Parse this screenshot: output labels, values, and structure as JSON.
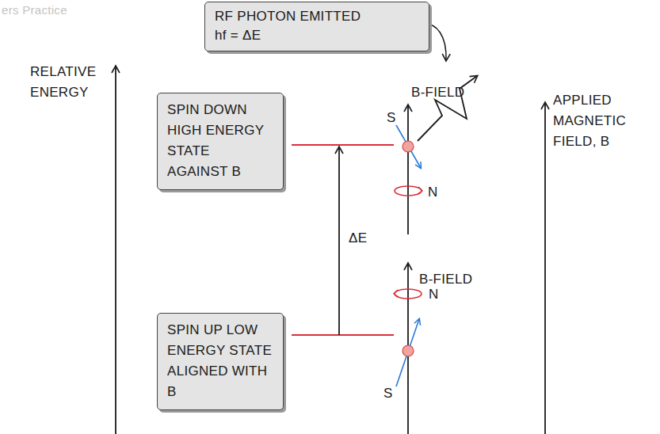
{
  "diagram": {
    "nodes": [
      {
        "text": [
          "RF PHOTON EMITTED",
          "hf = ΔE"
        ]
      },
      {
        "text": [
          "SPIN DOWN HIGH ENERGY STATE AGAINST B"
        ]
      },
      {
        "text": [
          "SPIN UP LOW ENERGY STATE ALIGNED WITH B"
        ]
      }
    ],
    "labels": [
      "ers Practice",
      "RELATIVE ENERGY",
      "B-FIELD",
      "S",
      "N",
      "ΔE",
      "B-FIELD",
      "N",
      "S",
      "APPLIED MAGNETIC FIELD, B"
    ]
  }
}
